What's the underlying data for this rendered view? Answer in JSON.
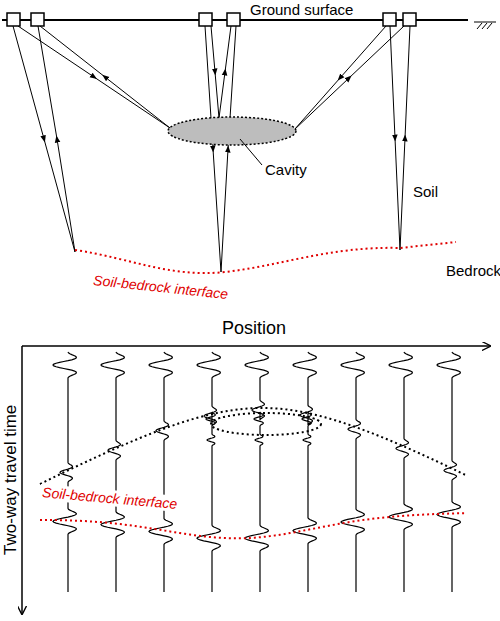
{
  "diagram": {
    "labels": [
      "Ground surface",
      "Cavity",
      "Soil",
      "Bedrock",
      "Soil-bedrock interface",
      "Position",
      "Soil-bedrock interface",
      "Two-way travel time"
    ]
  }
}
